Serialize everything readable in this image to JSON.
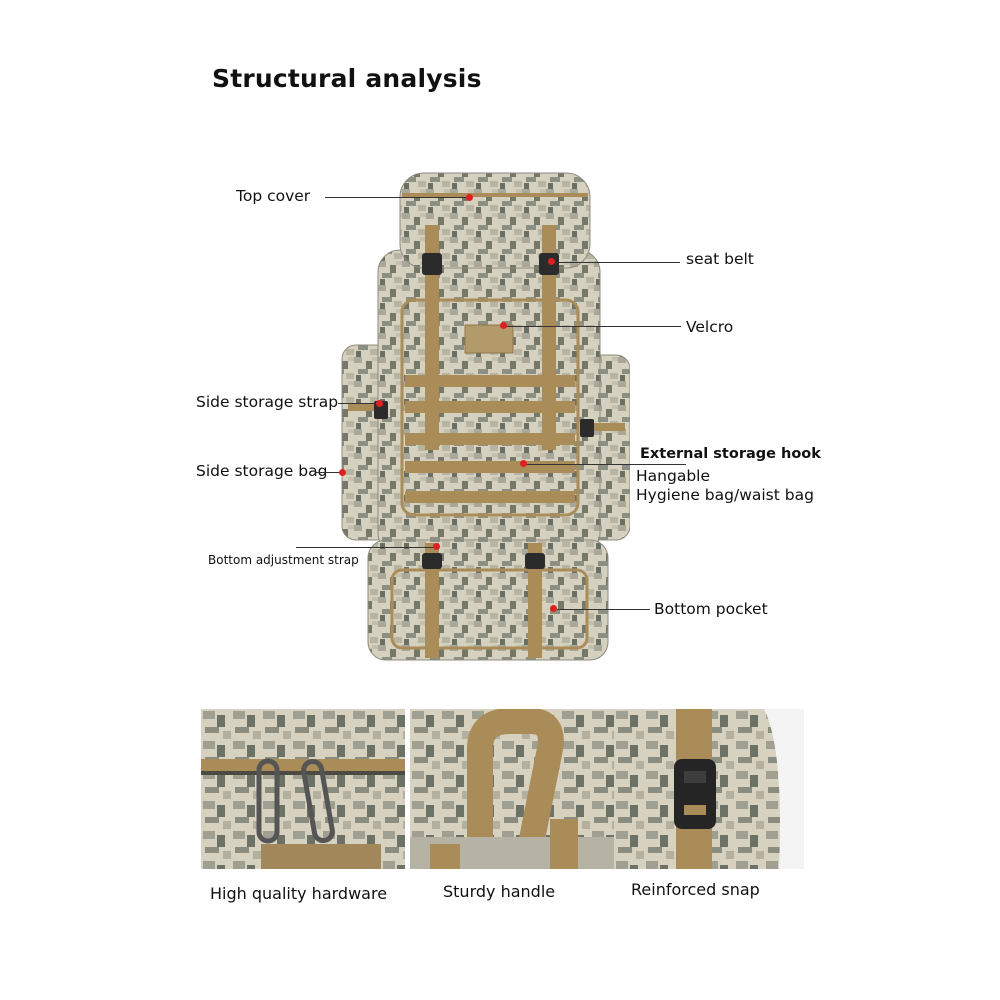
{
  "title": "Structural analysis",
  "labels": {
    "top_cover": "Top cover",
    "seat_belt": "seat belt",
    "velcro": "Velcro",
    "side_storage_strap": "Side storage strap",
    "side_storage_bag": "Side storage bag",
    "external_storage_hook": "External storage hook",
    "hangable": "Hangable",
    "hygiene_bag": "Hygiene bag/waist bag",
    "bottom_adjustment_strap": "Bottom adjustment strap",
    "bottom_pocket": "Bottom pocket"
  },
  "captions": {
    "hardware": "High quality hardware",
    "handle": "Sturdy handle",
    "snap": "Reinforced snap"
  },
  "colors": {
    "camo_light": "#d9d3c2",
    "camo_mid": "#a9a89a",
    "camo_dark": "#6f7468",
    "webbing": "#a98c57",
    "marker": "#e02020"
  }
}
